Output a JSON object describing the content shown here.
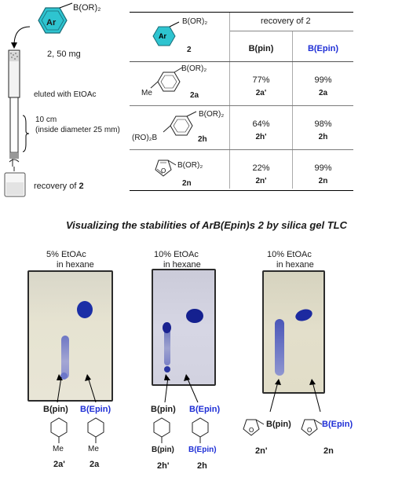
{
  "top": {
    "compound_label": "2, 50 mg",
    "eluted": "eluted with EtOAc",
    "length": "10 cm",
    "diameter": "(inside diameter 25 mm)",
    "recovery_prefix": "recovery of ",
    "recovery_num": "2",
    "ar_label": "Ar",
    "bor2": "B(OR)₂"
  },
  "table": {
    "header_recovery": "recovery of 2",
    "header_compound": "2",
    "col_pin": "B(pin)",
    "col_epin": "B(Epin)",
    "rows": [
      {
        "struct_sub": "Me",
        "struct_b": "B(OR)₂",
        "label": "2a",
        "pin_pct": "77%",
        "pin_id": "2a'",
        "epin_pct": "99%",
        "epin_id": "2a"
      },
      {
        "struct_sub": "(RO)₂B",
        "struct_b": "B(OR)₂",
        "label": "2h",
        "pin_pct": "64%",
        "pin_id": "2h'",
        "epin_pct": "98%",
        "epin_id": "2h"
      },
      {
        "struct_sub": "",
        "struct_b": "B(OR)₂",
        "label": "2n",
        "pin_pct": "22%",
        "pin_id": "2n'",
        "epin_pct": "99%",
        "epin_id": "2n"
      }
    ]
  },
  "caption": "Visualizing the stabilities of ArB(Epin)s 2 by silica gel TLC",
  "plates": [
    {
      "solvent": "5% EtOAc",
      "medium": "in hexane",
      "pin": "B(pin)",
      "epin": "B(Epin)",
      "sub_left": "Me",
      "sub_right": "Me",
      "id_left": "2a'",
      "id_right": "2a"
    },
    {
      "solvent": "10% EtOAc",
      "medium": "in hexane",
      "pin": "B(pin)",
      "epin": "B(Epin)",
      "sub_left": "B(pin)",
      "sub_right": "B(Epin)",
      "id_left": "2h'",
      "id_right": "2h"
    },
    {
      "solvent": "10% EtOAc",
      "medium": "in hexane",
      "pin": "B(pin)",
      "epin": "B(Epin)",
      "id_left": "2n'",
      "id_right": "2n"
    }
  ]
}
